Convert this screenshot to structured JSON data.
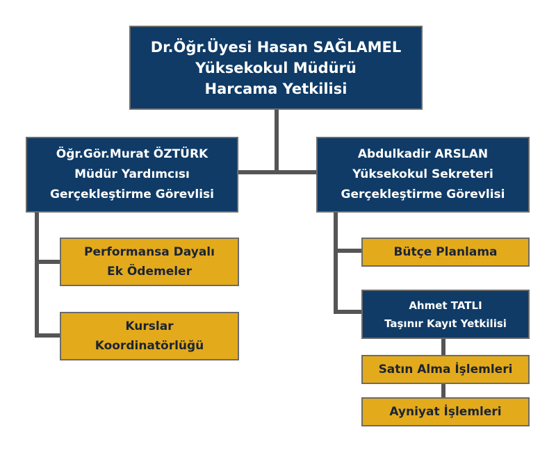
{
  "director": {
    "lines": [
      "Dr.Öğr.Üyesi Hasan SAĞLAMEL",
      "Yüksekokul Müdürü",
      "Harcama Yetkilisi"
    ]
  },
  "assistant_director": {
    "lines": [
      "Öğr.Gör.Murat ÖZTÜRK",
      "Müdür Yardımcısı",
      "Gerçekleştirme Görevlisi"
    ]
  },
  "secretary": {
    "lines": [
      "Abdulkadir ARSLAN",
      "Yüksekokul Sekreteri",
      "Gerçekleştirme Görevlisi"
    ]
  },
  "performance_payments": {
    "lines": [
      "Performansa Dayalı",
      "Ek Ödemeler"
    ]
  },
  "courses": {
    "lines": [
      "Kurslar",
      "Koordinatörlüğü"
    ]
  },
  "budget_planning": {
    "lines": [
      "Bütçe Planlama"
    ]
  },
  "inventory_officer": {
    "lines": [
      "Ahmet TATLI",
      "Taşınır Kayıt Yetkilisi"
    ]
  },
  "purchasing": {
    "lines": [
      "Satın Alma İşlemleri"
    ]
  },
  "in_kind": {
    "lines": [
      "Ayniyat İşlemleri"
    ]
  },
  "colors": {
    "navy": "#0f3b66",
    "gold": "#e3aa1c",
    "connector": "#555555"
  }
}
